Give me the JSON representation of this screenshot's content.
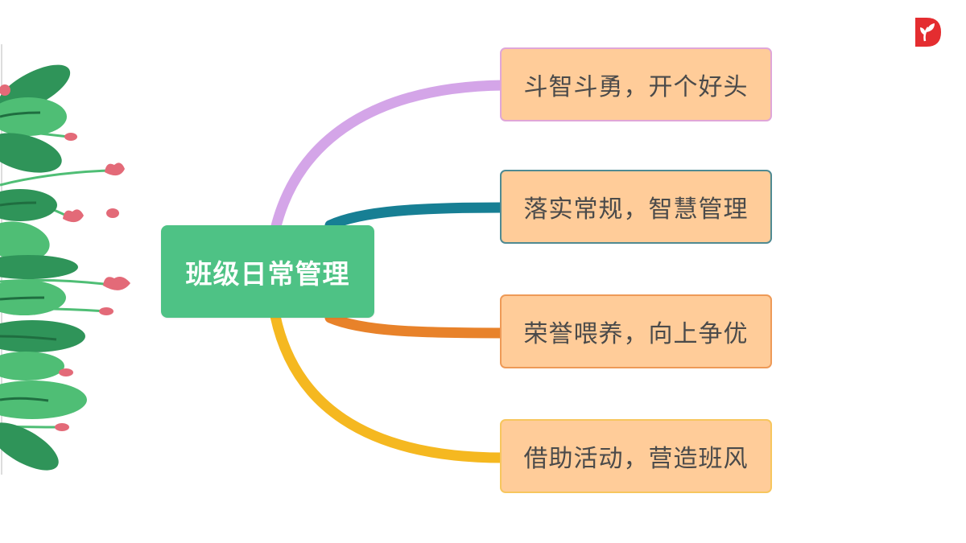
{
  "diagram": {
    "root": {
      "label": "班级日常管理"
    },
    "branches": [
      {
        "label": "斗智斗勇，开个好头",
        "color": "#d4a5e8"
      },
      {
        "label": "落实常规，智慧管理",
        "color": "#177f94"
      },
      {
        "label": "荣誉喂养，向上争优",
        "color": "#e8822a"
      },
      {
        "label": "借助活动，营造班风",
        "color": "#f5b820"
      }
    ]
  },
  "colors": {
    "root_fill": "#4ec285",
    "branch_fill": "#ffcc99",
    "logo": "#e42d30",
    "leaf_dark": "#2f9459",
    "leaf_light": "#4fbe75",
    "flower": "#e36a78"
  },
  "icons": {
    "logo": "sprout-logo-icon",
    "decoration": "plant-decoration"
  }
}
